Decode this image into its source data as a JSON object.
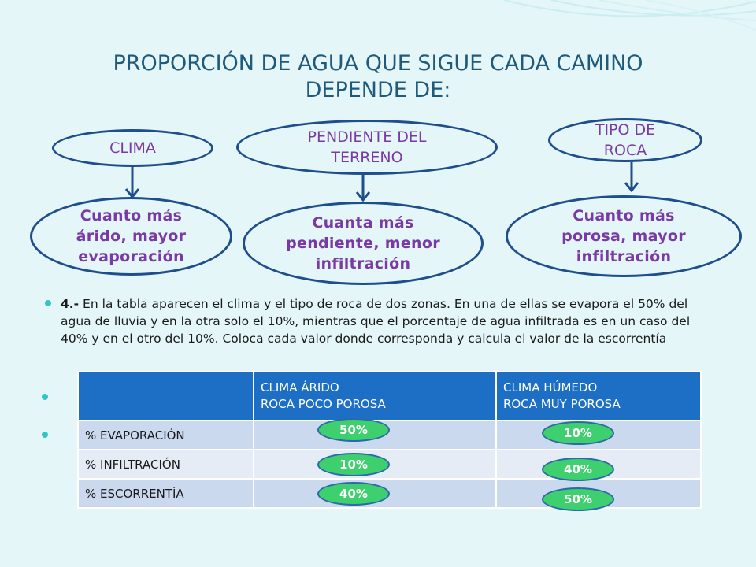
{
  "slide": {
    "title_line1": "PROPORCIÓN DE AGUA QUE SIGUE CADA CAMINO",
    "title_line2": "DEPENDE DE:",
    "factors": [
      {
        "label": "CLIMA",
        "effect": "Cuanto más árido, mayor evaporación"
      },
      {
        "label": "PENDIENTE DEL TERRENO",
        "effect": "Cuanta más pendiente, menor infiltración"
      },
      {
        "label": "TIPO DE ROCA",
        "effect": "Cuanto más porosa, mayor infiltración"
      }
    ],
    "exercise_number": "4.-",
    "exercise_text": " En la tabla aparecen el clima y el tipo de roca de dos zonas. En una de ellas se evapora el 50% del agua de lluvia y en la otra solo el 10%, mientras que el porcentaje de agua infiltrada es en un caso del 40% y en el otro del 10%. Coloca cada valor donde corresponda y calcula el valor de la escorrentía"
  },
  "table": {
    "columns": [
      {
        "line1": "CLIMA ÁRIDO",
        "line2": "ROCA POCO POROSA"
      },
      {
        "line1": "CLIMA HÚMEDO",
        "line2": "ROCA MUY POROSA"
      }
    ],
    "rows": [
      {
        "label": "% EVAPORACIÓN",
        "arido": "50%",
        "humedo": "10%"
      },
      {
        "label": "% INFILTRACIÓN",
        "arido": "10%",
        "humedo": "40%"
      },
      {
        "label": "% ESCORRENTÍA",
        "arido": "40%",
        "humedo": "50%"
      }
    ]
  },
  "colors": {
    "background": "#e4f6f8",
    "title": "#1f5a7c",
    "oval_border": "#1f4e8c",
    "oval_text": "#7a3aa6",
    "table_header": "#1c6fc4",
    "answer_pill": "#3ecf6e",
    "bullet": "#33c5c5"
  }
}
